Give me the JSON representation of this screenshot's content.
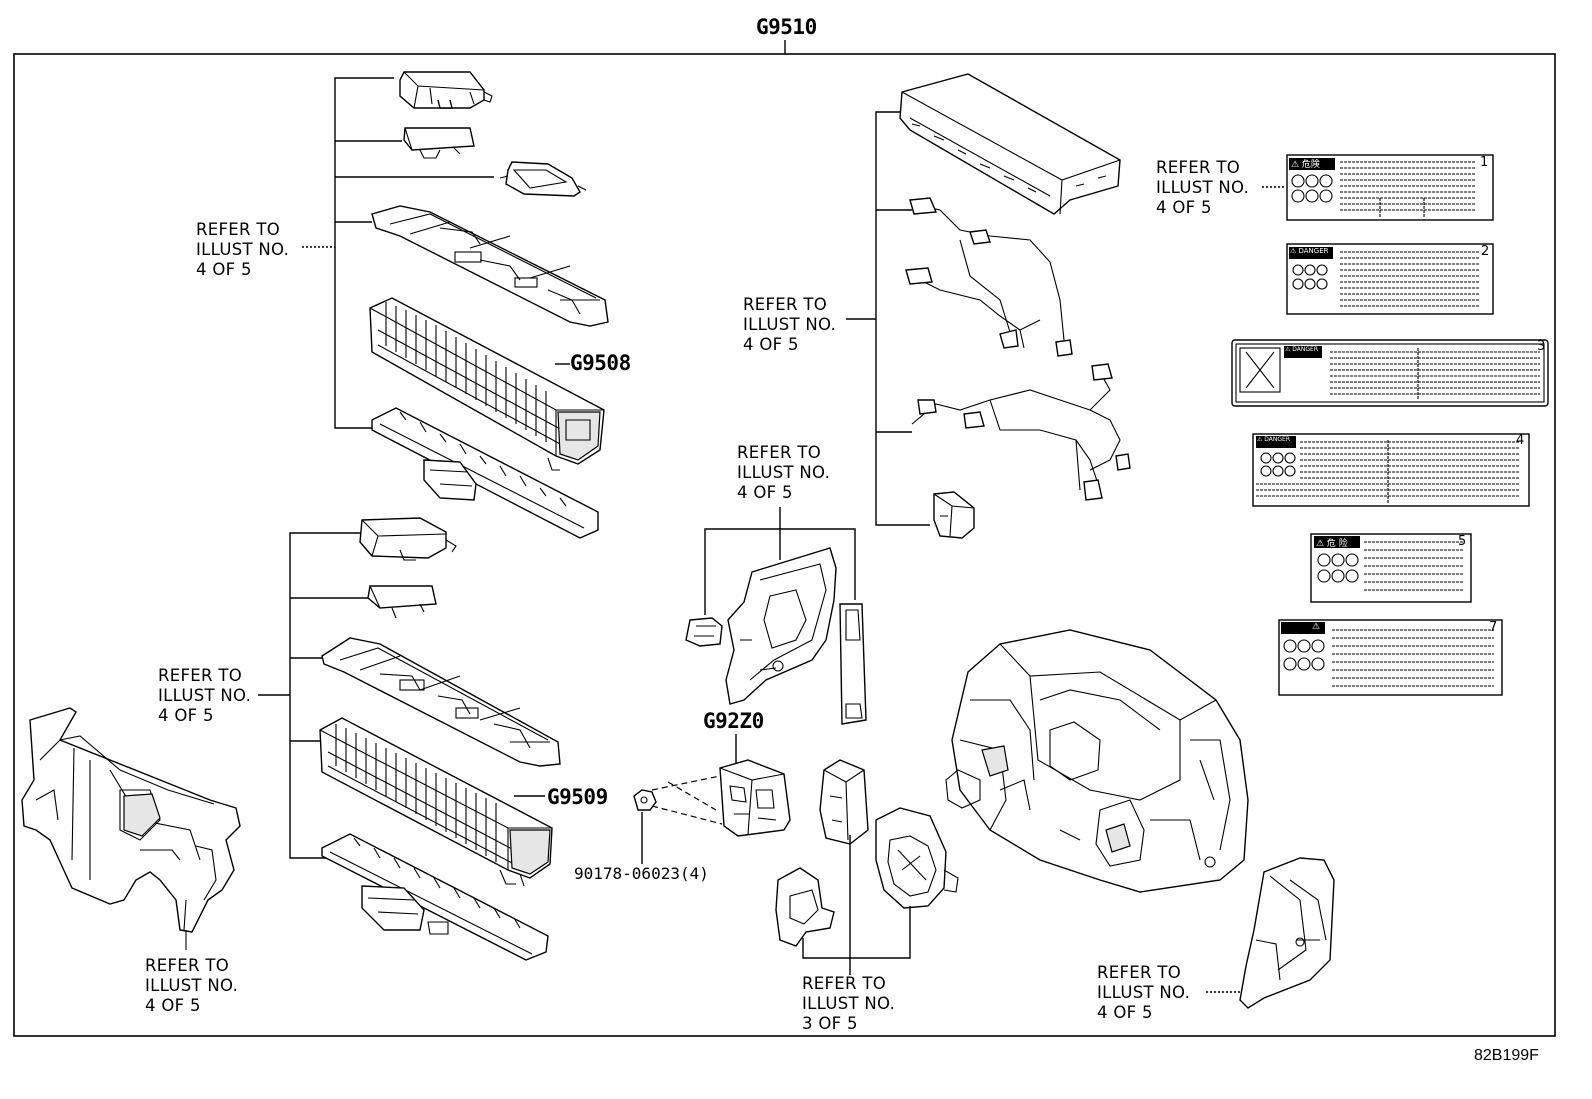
{
  "diagram_reference": "82B199F",
  "assembly_code": "G9510",
  "part_codes": {
    "upper_stack": "G9508",
    "lower_stack": "G9509",
    "junction_block": "G92Z0"
  },
  "part_number": "90178-06023(4)",
  "notes": [
    {
      "id": "upper-left",
      "line1": "REFER TO",
      "line2": "ILLUST NO.",
      "line3": "4 OF 5"
    },
    {
      "id": "lower-left",
      "line1": "REFER TO",
      "line2": "ILLUST NO.",
      "line3": "4 OF 5"
    },
    {
      "id": "frame-left",
      "line1": "REFER TO",
      "line2": "ILLUST NO.",
      "line3": "4 OF 5"
    },
    {
      "id": "center",
      "line1": "REFER TO",
      "line2": "ILLUST NO.",
      "line3": "4 OF 5"
    },
    {
      "id": "harness",
      "line1": "REFER TO",
      "line2": "ILLUST NO.",
      "line3": "4 OF 5"
    },
    {
      "id": "labels",
      "line1": "REFER TO",
      "line2": "ILLUST NO.",
      "line3": "4 OF 5"
    },
    {
      "id": "bottom-center",
      "line1": "REFER TO",
      "line2": "ILLUST NO.",
      "line3": "3 OF 5"
    },
    {
      "id": "bottom-right",
      "line1": "REFER TO",
      "line2": "ILLUST NO.",
      "line3": "4 OF 5"
    }
  ],
  "warning_labels": [
    {
      "number": "1",
      "header": "⚠ 危険"
    },
    {
      "number": "2",
      "header": "⚠ DANGER"
    },
    {
      "number": "3",
      "header": "⚠ DANGER"
    },
    {
      "number": "4",
      "header": "⚠ DANGER"
    },
    {
      "number": "5",
      "header": "⚠ 危 险"
    },
    {
      "number": "7",
      "header": "⚠"
    }
  ]
}
